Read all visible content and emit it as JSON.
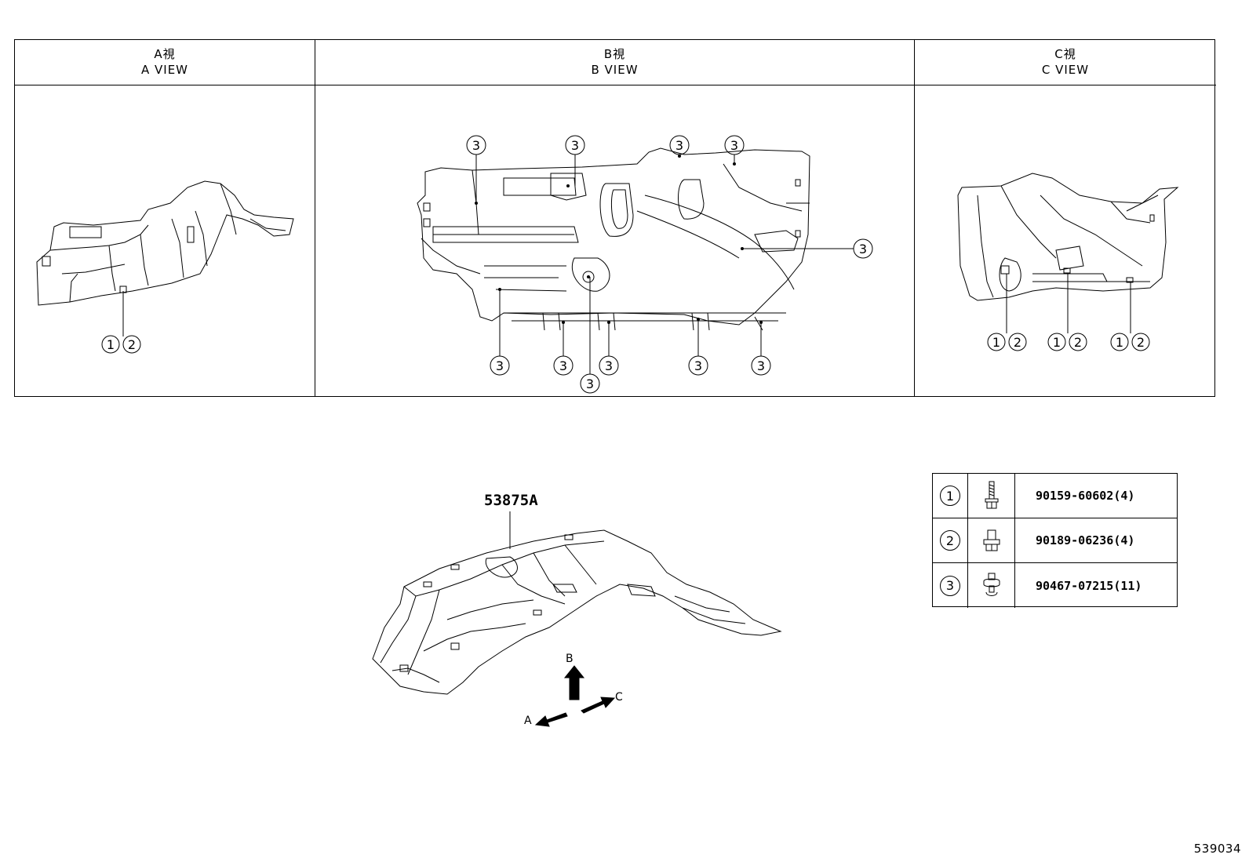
{
  "views": [
    {
      "id": "A",
      "title_jp": "A視",
      "title_en": "A VIEW"
    },
    {
      "id": "B",
      "title_jp": "B視",
      "title_en": "B VIEW"
    },
    {
      "id": "C",
      "title_jp": "C視",
      "title_en": "C VIEW"
    }
  ],
  "callouts": {
    "one": "1",
    "two": "2",
    "three": "3"
  },
  "main_part": {
    "label": "53875A"
  },
  "direction_arrows": {
    "a": "A",
    "b": "B",
    "c": "C"
  },
  "parts": [
    {
      "key": "1",
      "icon": "bolt-icon",
      "code": "90159-60602(4)"
    },
    {
      "key": "2",
      "icon": "nut-icon",
      "code": "90189-06236(4)"
    },
    {
      "key": "3",
      "icon": "clip-icon",
      "code": "90467-07215(11)"
    }
  ],
  "document_number": "539034"
}
